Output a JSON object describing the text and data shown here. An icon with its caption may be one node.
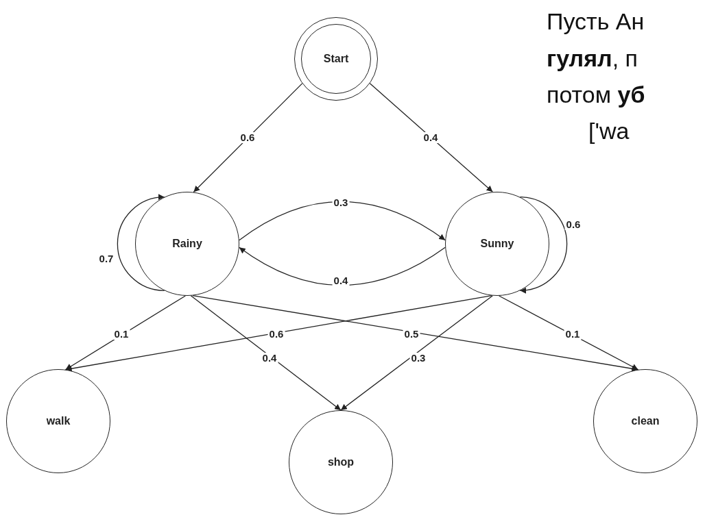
{
  "diagram": {
    "nodes": [
      {
        "text": [
          "Start"
        ]
      },
      {
        "text": [
          "Rainy"
        ]
      },
      {
        "text": [
          "Sunny"
        ]
      },
      {
        "text": [
          "walk"
        ]
      },
      {
        "text": [
          "shop"
        ]
      },
      {
        "text": [
          "clean"
        ]
      }
    ],
    "edges": [
      {
        "from": 0,
        "to": 1,
        "arrow": "to",
        "label": "0.6"
      },
      {
        "from": 0,
        "to": 2,
        "arrow": "to",
        "label": "0.4"
      },
      {
        "from": 1,
        "to": 2,
        "arrow": "to",
        "label": "0.3"
      },
      {
        "from": 2,
        "to": 1,
        "arrow": "to",
        "label": "0.4"
      },
      {
        "from": 1,
        "to": 1,
        "arrow": "to",
        "label": "0.7"
      },
      {
        "from": 2,
        "to": 2,
        "arrow": "to",
        "label": "0.6"
      },
      {
        "from": 1,
        "to": 3,
        "arrow": "to",
        "label": "0.1"
      },
      {
        "from": 1,
        "to": 4,
        "arrow": "to",
        "label": "0.4"
      },
      {
        "from": 1,
        "to": 5,
        "arrow": "to",
        "label": "0.5"
      },
      {
        "from": 2,
        "to": 3,
        "arrow": "to",
        "label": "0.6"
      },
      {
        "from": 2,
        "to": 4,
        "arrow": "to",
        "label": "0.3"
      },
      {
        "from": 2,
        "to": 5,
        "arrow": "to",
        "label": "0.1"
      }
    ],
    "labels": [
      "Пусть Ан",
      "**гулял**, п",
      "потом **уб**",
      "['wa"
    ]
  }
}
